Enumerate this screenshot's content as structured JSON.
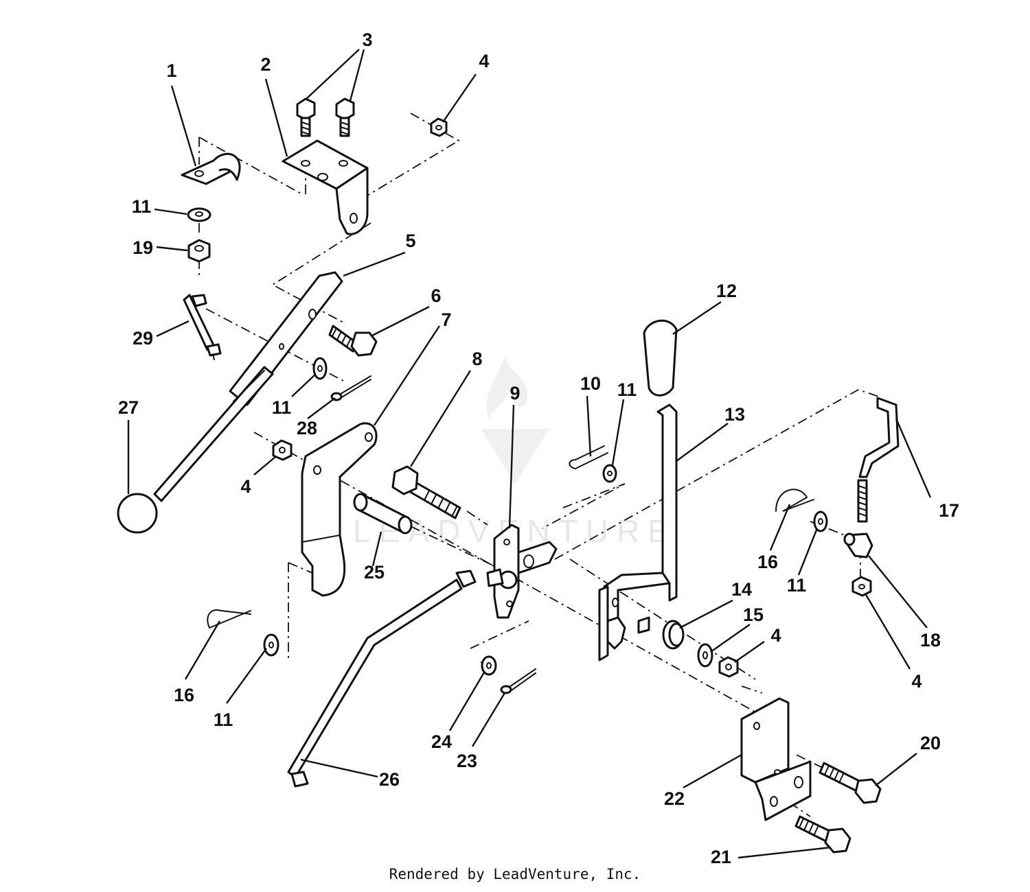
{
  "watermark": {
    "text": "LEADVENTURE"
  },
  "footer": {
    "text": "Rendered by LeadVenture, Inc."
  },
  "callouts": [
    {
      "id": "c1",
      "label": "1"
    },
    {
      "id": "c2",
      "label": "2"
    },
    {
      "id": "c3",
      "label": "3"
    },
    {
      "id": "c4a",
      "label": "4"
    },
    {
      "id": "c4b",
      "label": "4"
    },
    {
      "id": "c4c",
      "label": "4"
    },
    {
      "id": "c4d",
      "label": "4"
    },
    {
      "id": "c5",
      "label": "5"
    },
    {
      "id": "c6",
      "label": "6"
    },
    {
      "id": "c7",
      "label": "7"
    },
    {
      "id": "c8",
      "label": "8"
    },
    {
      "id": "c9",
      "label": "9"
    },
    {
      "id": "c10",
      "label": "10"
    },
    {
      "id": "c11a",
      "label": "11"
    },
    {
      "id": "c11b",
      "label": "11"
    },
    {
      "id": "c11c",
      "label": "11"
    },
    {
      "id": "c11d",
      "label": "11"
    },
    {
      "id": "c11e",
      "label": "11"
    },
    {
      "id": "c12",
      "label": "12"
    },
    {
      "id": "c13",
      "label": "13"
    },
    {
      "id": "c14",
      "label": "14"
    },
    {
      "id": "c15",
      "label": "15"
    },
    {
      "id": "c16a",
      "label": "16"
    },
    {
      "id": "c16b",
      "label": "16"
    },
    {
      "id": "c17",
      "label": "17"
    },
    {
      "id": "c18",
      "label": "18"
    },
    {
      "id": "c19",
      "label": "19"
    },
    {
      "id": "c20",
      "label": "20"
    },
    {
      "id": "c21",
      "label": "21"
    },
    {
      "id": "c22",
      "label": "22"
    },
    {
      "id": "c23",
      "label": "23"
    },
    {
      "id": "c24",
      "label": "24"
    },
    {
      "id": "c25",
      "label": "25"
    },
    {
      "id": "c26",
      "label": "26"
    },
    {
      "id": "c27",
      "label": "27"
    },
    {
      "id": "c28",
      "label": "28"
    },
    {
      "id": "c29",
      "label": "29"
    }
  ]
}
